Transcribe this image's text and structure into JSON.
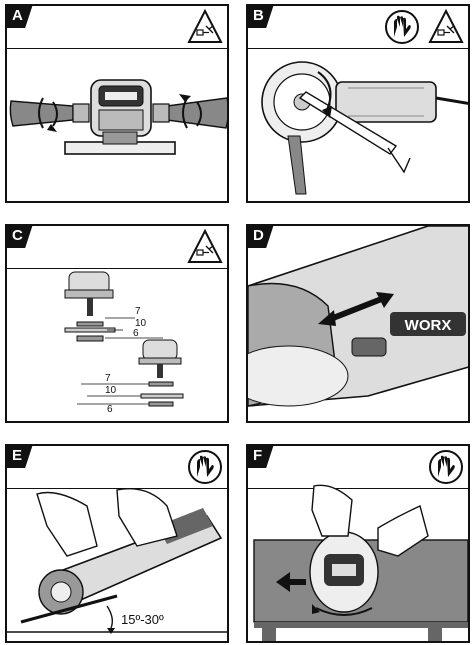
{
  "panels": {
    "a": {
      "letter": "A",
      "icons": [
        "unplug-warning-icon"
      ]
    },
    "b": {
      "letter": "B",
      "icons": [
        "gloves-icon",
        "unplug-warning-icon"
      ]
    },
    "c": {
      "letter": "C",
      "icons": [
        "unplug-warning-icon"
      ],
      "labels_top": [
        "7",
        "10",
        "6"
      ],
      "labels_bottom": [
        "7",
        "10",
        "6"
      ]
    },
    "d": {
      "letter": "D",
      "brand": "WORX"
    },
    "e": {
      "letter": "E",
      "icons": [
        "gloves-icon"
      ],
      "angle": "15º-30º"
    },
    "f": {
      "letter": "F",
      "icons": [
        "gloves-icon"
      ]
    }
  }
}
